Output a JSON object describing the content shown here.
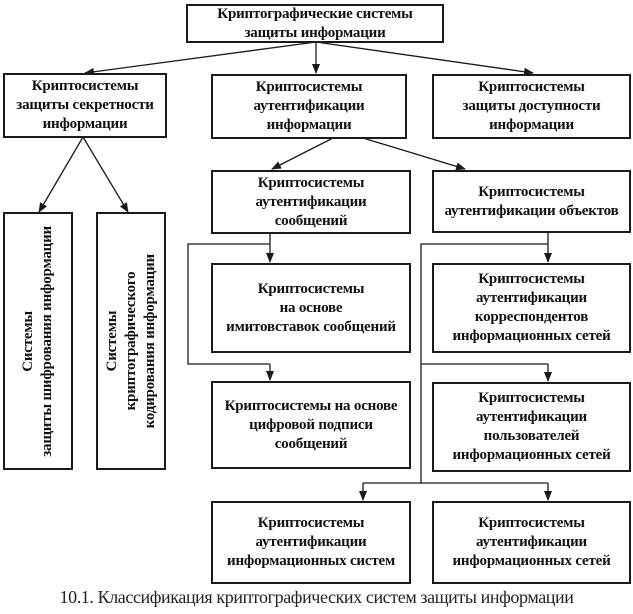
{
  "diagram": {
    "root": {
      "label": "Криптографические системы\nзащиты информации"
    },
    "level1": [
      {
        "label": "Криптосистемы\nзащиты секретности\nинформации"
      },
      {
        "label": "Криптосистемы\nаутентификации\nинформации"
      },
      {
        "label": "Криптосистемы\nзащиты доступности\nинформации"
      }
    ],
    "secrecy_children": [
      {
        "label": "Системы\nзащиты шифрования информации"
      },
      {
        "label": "Системы\nкриптографического\nкодирования  информации"
      }
    ],
    "auth_children": [
      {
        "label": "Криптосистемы\nаутентификации\nсообщений"
      },
      {
        "label": "Криптосистемы\nаутентификации объектов"
      }
    ],
    "message_auth_children": [
      {
        "label": "Криптосистемы\nна основе\nимитовставок сообщений"
      },
      {
        "label": "Криптосистемы на основе\nцифровой подписи\nсообщений"
      }
    ],
    "object_auth_children": [
      {
        "label": "Криптосистемы\nаутентификации\nкорреспондентов\nинформационных сетей"
      },
      {
        "label": "Криптосистемы\nаутентификации\nпользователей\nинформационных сетей"
      },
      {
        "label": "Криптосистемы\nаутентификации\nинформационных систем"
      },
      {
        "label": "Криптосистемы\nаутентификации\nинформационных сетей"
      }
    ],
    "line_color": "#1a1a1a"
  },
  "caption": "10.1. Классификация криптографических систем защиты информации"
}
